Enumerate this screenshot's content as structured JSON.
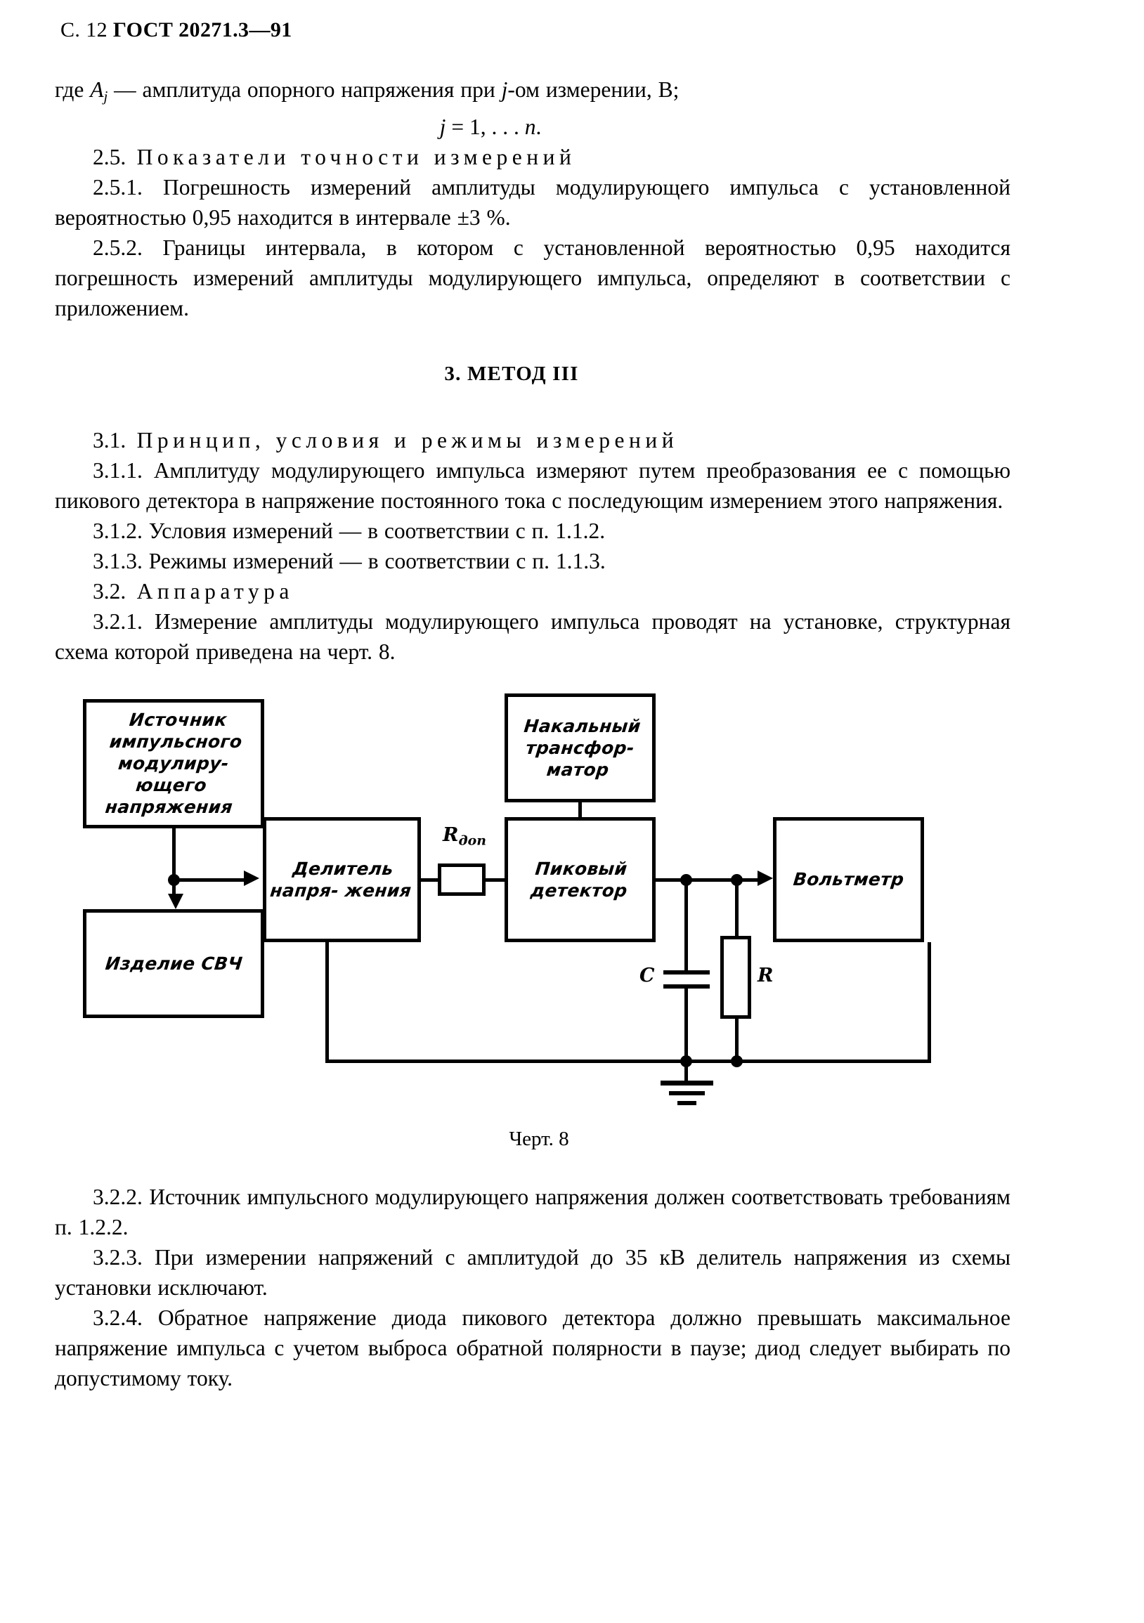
{
  "header": {
    "page_marker": "С. 12",
    "standard": "ГОСТ 20271.3—91"
  },
  "body": {
    "where_line": "где A",
    "where_sub": "j",
    "where_rest": " — амплитуда опорного напряжения при j-ом измерении, В;",
    "formula": "j = 1, . . . n.",
    "h_2_5": "2.5. Показатели точности измерений",
    "p_2_5_1": "2.5.1. Погрешность измерений амплитуды модулирующего  импульса с установленной вероятностью 0,95 находится в интервале ±3 %.",
    "p_2_5_2": "2.5.2. Границы интервала,  в котором с установленной вероятностью 0,95 находится погрешность измерений амплитуды  модулирующего импульса, определяют в соответствии с приложением.",
    "section_3_title": "3. МЕТОД III",
    "h_3_1": "3.1. Принцип, условия и режимы измерений",
    "p_3_1_1": "3.1.1. Амплитуду модулирующего импульса измеряют путем преобразования ее с помощью пикового детектора в напряжение постоянного тока с последующим измерением этого напряжения.",
    "p_3_1_2": "3.1.2. Условия измерений — в соответствии с п. 1.1.2.",
    "p_3_1_3": "3.1.3. Режимы измерений — в соответствии с п. 1.1.3.",
    "h_3_2": "3.2. Аппаратура",
    "p_3_2_1": "3.2.1. Измерение амплитуды  модулирующего импульса проводят на установке, структурная схема которой приведена на черт. 8.",
    "p_3_2_2": "3.2.2. Источник импульсного модулирующего напряжения должен соответствовать требованиям п. 1.2.2.",
    "p_3_2_3": "3.2.3. При измерении напряжений с амплитудой до 35 кВ делитель напряжения из схемы установки исключают.",
    "p_3_2_4": "3.2.4. Обратное напряжение диода пикового детектора должно превышать максимальное напряжение импульса с учетом  выброса обратной полярности в паузе;  диод следует выбирать по допустимому току."
  },
  "figure": {
    "caption": "Черт. 8",
    "blocks": {
      "source": "Источник импульсного модулиру- ющего напряжения",
      "device": "Изделие СВЧ",
      "divider": "Делитель напря- жения",
      "transformer": "Накальный трансфор- матор",
      "detector": "Пиковый детектор",
      "voltmeter": "Вольтметр"
    },
    "labels": {
      "r_dop": "R",
      "r_dop_sub": "доп",
      "capacitor": "C",
      "resistor": "R"
    }
  }
}
